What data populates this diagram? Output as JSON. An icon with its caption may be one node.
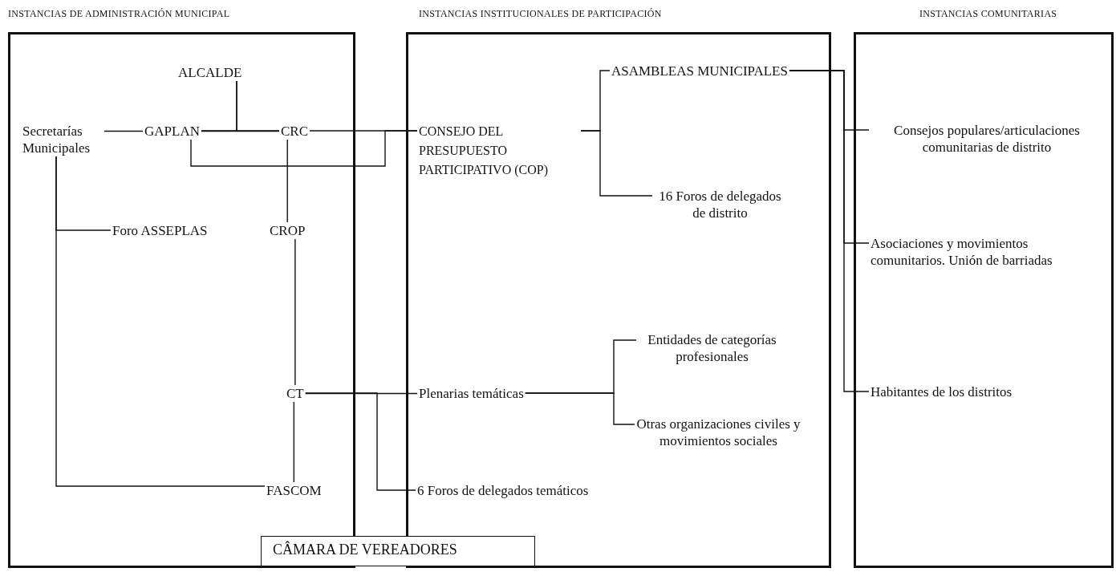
{
  "diagram": {
    "nodes": [
      {
        "text": [
          "INSTANCIAS DE ADMINISTRACIÓN MUNICIPAL"
        ]
      },
      {
        "text": [
          "ALCALDE"
        ],
        "in": 0
      },
      {
        "text": [
          "Secretarías Municipales"
        ],
        "in": 0
      },
      {
        "text": [
          "GAPLAN"
        ],
        "in": 0
      },
      {
        "text": [
          "CRC"
        ],
        "in": 0
      },
      {
        "text": [
          "Foro ASSEPLAS"
        ],
        "in": 0
      },
      {
        "text": [
          "CROP"
        ],
        "in": 0
      },
      {
        "text": [
          "CT"
        ],
        "in": 0
      },
      {
        "text": [
          "FASCOM"
        ],
        "in": 0
      },
      {
        "text": [
          "CÂMARA DE VEREADORES"
        ]
      },
      {
        "text": [
          "INSTANCIAS INSTITUCIONALES DE PARTICIPACIÓN"
        ]
      },
      {
        "text": [
          "CONSEJO DEL PRESUPUESTO PARTICIPATIVO (COP)"
        ],
        "in": 10
      },
      {
        "text": [
          "ASAMBLEAS MUNICIPALES"
        ],
        "in": 10
      },
      {
        "text": [
          "16 Foros de delegados de distrito"
        ],
        "in": 10
      },
      {
        "text": [
          "Plenarias temáticas"
        ],
        "in": 10
      },
      {
        "text": [
          "Entidades de categorías profesionales"
        ],
        "in": 10
      },
      {
        "text": [
          "Otras organizaciones civiles y movimientos sociales"
        ],
        "in": 10
      },
      {
        "text": [
          "6 Foros de delegados temáticos"
        ],
        "in": 10
      },
      {
        "text": [
          "INSTANCIAS COMUNITARIAS"
        ]
      },
      {
        "text": [
          "Consejos populares/articulaciones comunitarias de distrito"
        ],
        "in": 18
      },
      {
        "text": [
          "Asociaciones y movimientos comunitarios. Unión de barriadas"
        ],
        "in": 18
      },
      {
        "text": [
          "Habitantes de los distritos"
        ],
        "in": 18
      }
    ],
    "edges": [
      {
        "from": 1,
        "to": 3,
        "arrow": "none"
      },
      {
        "from": 1,
        "to": 4,
        "arrow": "none"
      },
      {
        "from": 3,
        "to": 4,
        "arrow": "none"
      },
      {
        "from": 2,
        "to": 3,
        "arrow": "none"
      },
      {
        "from": 2,
        "to": 5,
        "arrow": "none"
      },
      {
        "from": 2,
        "to": 8,
        "arrow": "none"
      },
      {
        "from": 3,
        "to": 11,
        "arrow": "none"
      },
      {
        "from": 4,
        "to": 11,
        "arrow": "none"
      },
      {
        "from": 4,
        "to": 6,
        "arrow": "none"
      },
      {
        "from": 6,
        "to": 7,
        "arrow": "none"
      },
      {
        "from": 7,
        "to": 8,
        "arrow": "none"
      },
      {
        "from": 7,
        "to": 14,
        "arrow": "none"
      },
      {
        "from": 7,
        "to": 17,
        "arrow": "none"
      },
      {
        "from": 11,
        "to": 12,
        "arrow": "none"
      },
      {
        "from": 11,
        "to": 13,
        "arrow": "none"
      },
      {
        "from": 14,
        "to": 15,
        "arrow": "none"
      },
      {
        "from": 14,
        "to": 16,
        "arrow": "none"
      },
      {
        "from": 12,
        "to": 19,
        "arrow": "none"
      },
      {
        "from": 12,
        "to": 20,
        "arrow": "none"
      },
      {
        "from": 12,
        "to": 21,
        "arrow": "none"
      }
    ]
  }
}
